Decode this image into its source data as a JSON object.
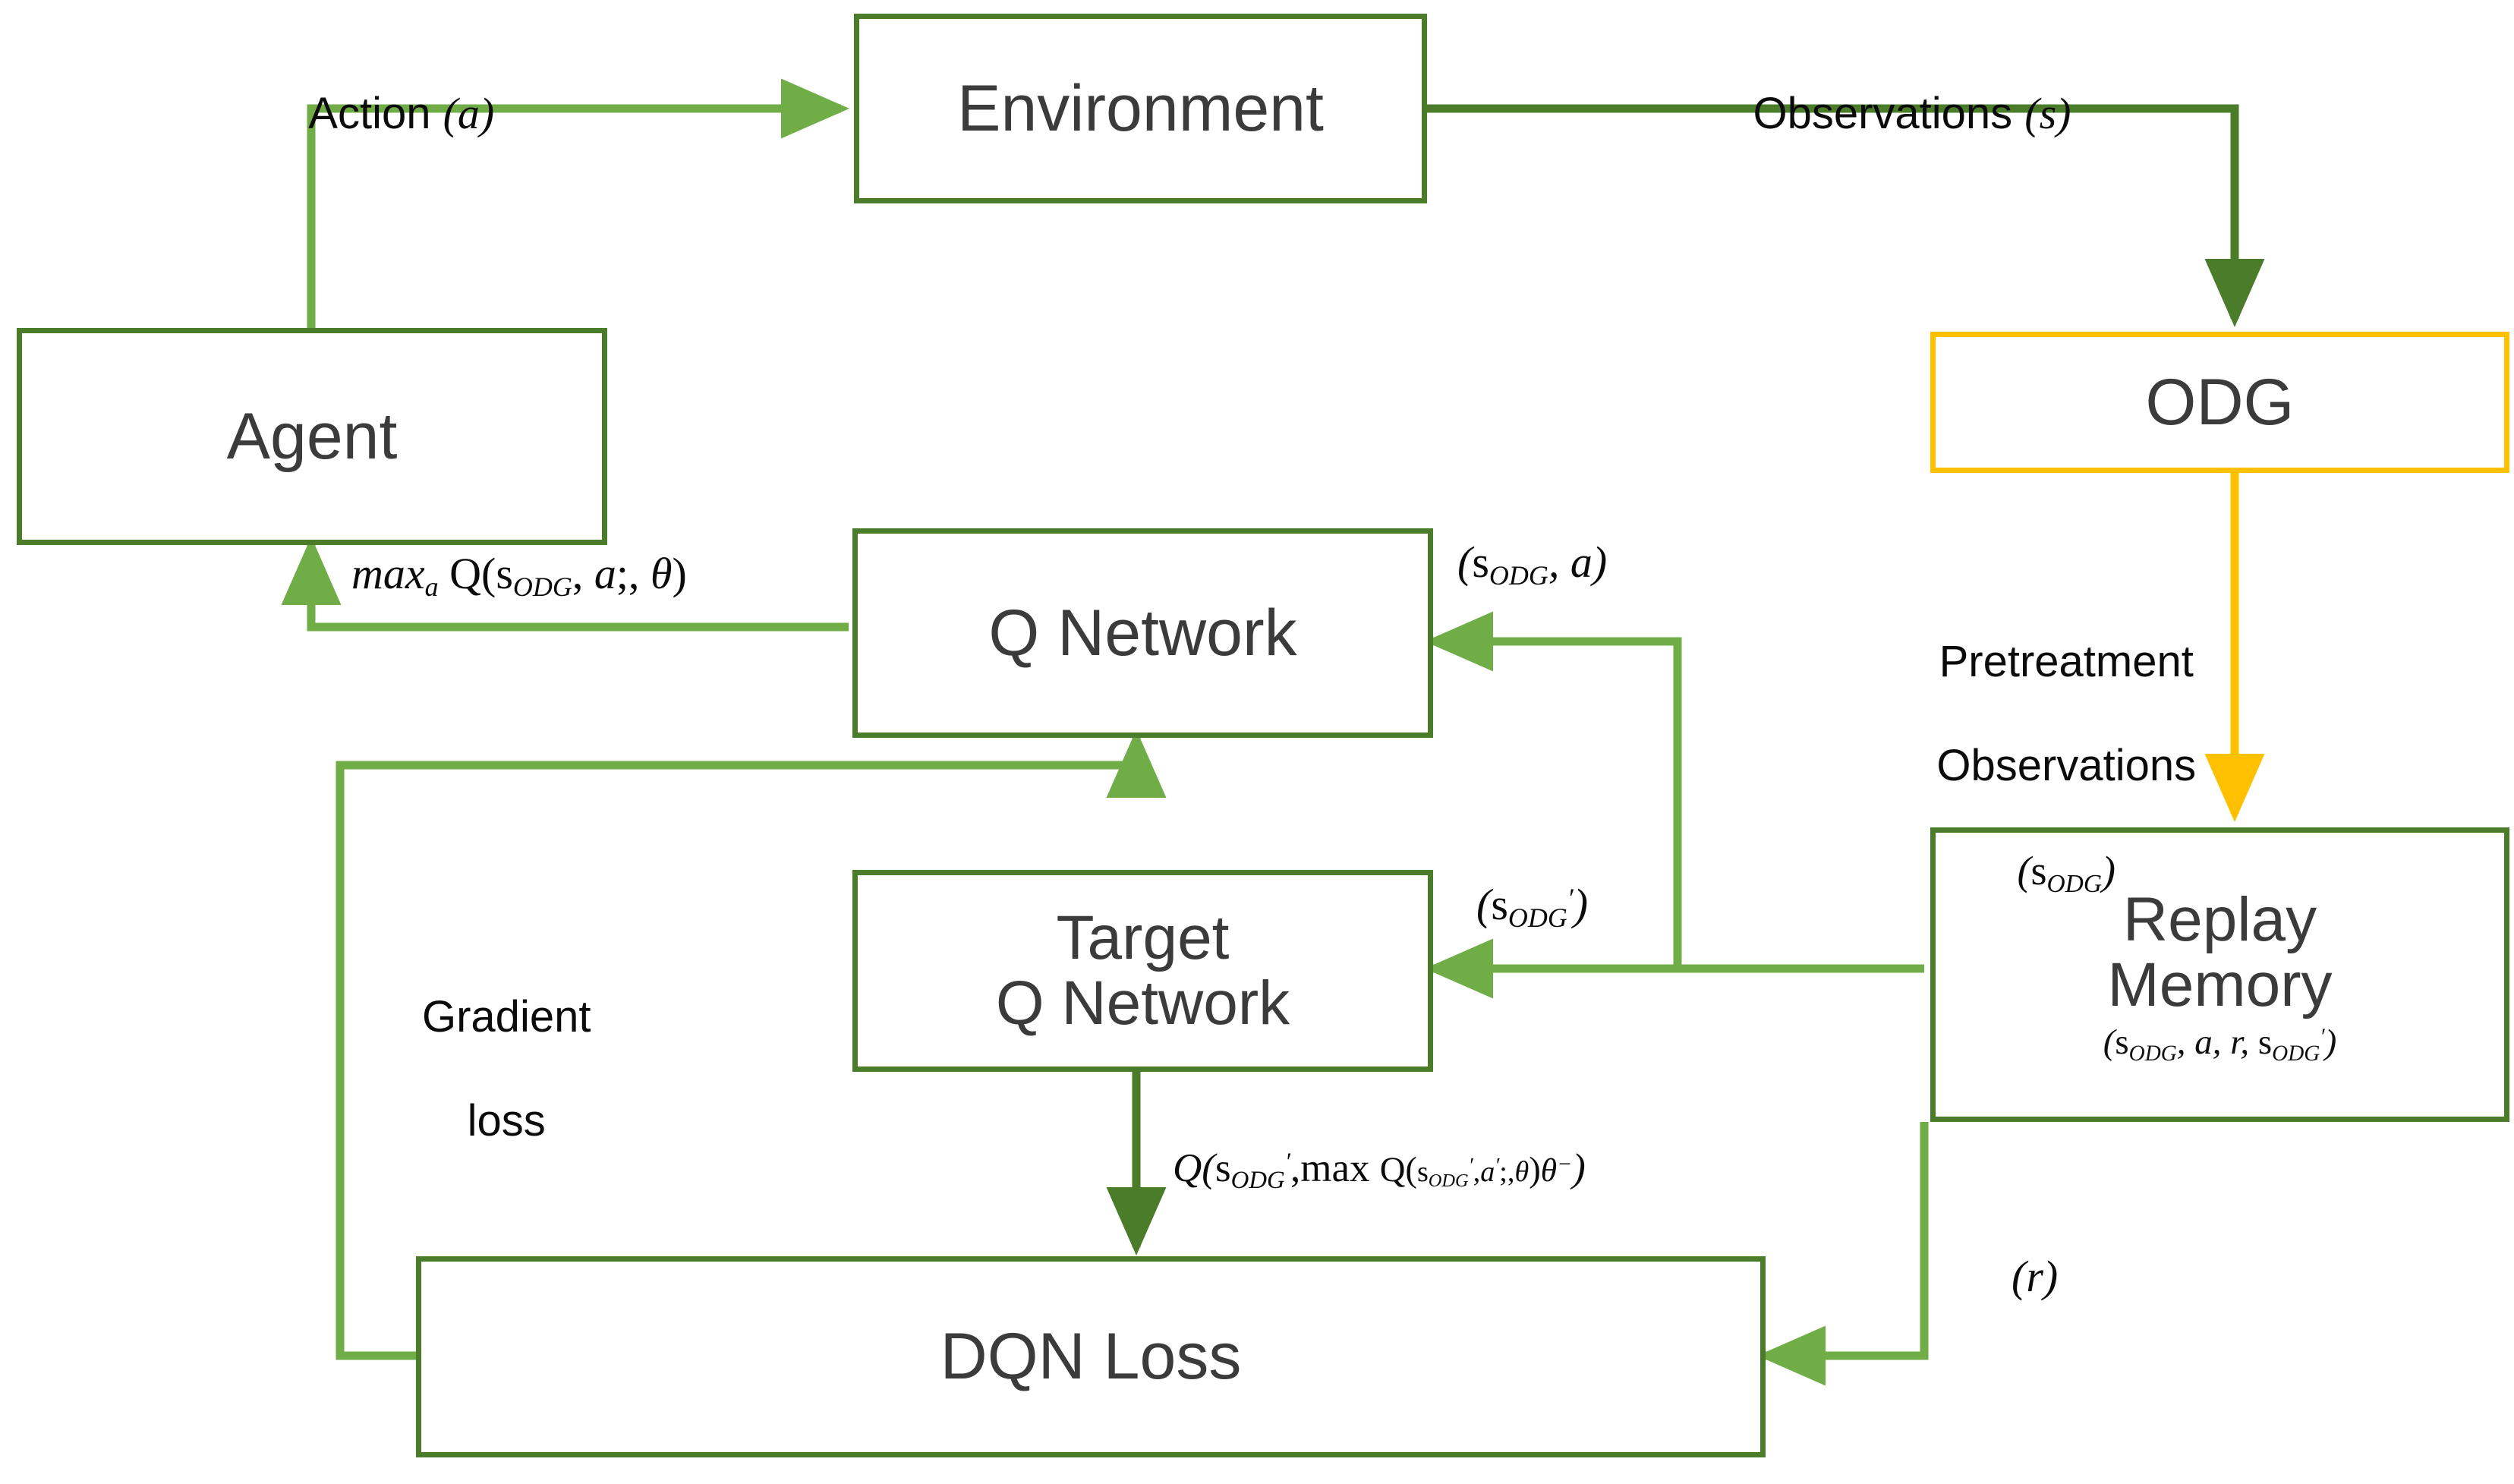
{
  "diagram": {
    "title": "DQN with ODG pretreatment reinforcement-learning loop",
    "colors": {
      "box_green": "#4a7c29",
      "arrow_green": "#70ad47",
      "box_orange": "#ffc000",
      "arrow_orange": "#ffc000",
      "text_dark": "#3b3b3b",
      "label_black": "#0b0b0b",
      "background": "#ffffff"
    },
    "nodes": [
      {
        "id": "environment",
        "label": "Environment",
        "sub": "",
        "border": "green"
      },
      {
        "id": "agent",
        "label": "Agent",
        "sub": "",
        "border": "green"
      },
      {
        "id": "odg",
        "label": "ODG",
        "sub": "",
        "border": "orange"
      },
      {
        "id": "q-network",
        "label": "Q Network",
        "sub": "",
        "border": "green"
      },
      {
        "id": "target-q",
        "label_line1": "Target",
        "label_line2": "Q Network",
        "border": "green"
      },
      {
        "id": "replay-memory",
        "label_line1": "Replay",
        "label_line2": "Memory",
        "sub": "(sODG, a, r, sODG′)",
        "border": "green"
      },
      {
        "id": "dqn-loss",
        "label": "DQN Loss",
        "sub": "",
        "border": "green"
      }
    ],
    "edge_labels": {
      "action": "Action (a)",
      "observations": "Observations (s)",
      "pretreatment_line1": "Pretreatment",
      "pretreatment_line2": "Observations",
      "pretreatment_line3": "(sODG)",
      "max_q": "maxa Q(sODG, a;, θ)",
      "s_odg_a": "(sODG, a)",
      "s_odg_prime": "(sODG′)",
      "gradient_line1": "Gradient",
      "gradient_line2": "loss",
      "target_formula": "Q(sODG′, max Q(sODG′, a′;, θ)θ⁻)",
      "reward": "(r)"
    }
  }
}
